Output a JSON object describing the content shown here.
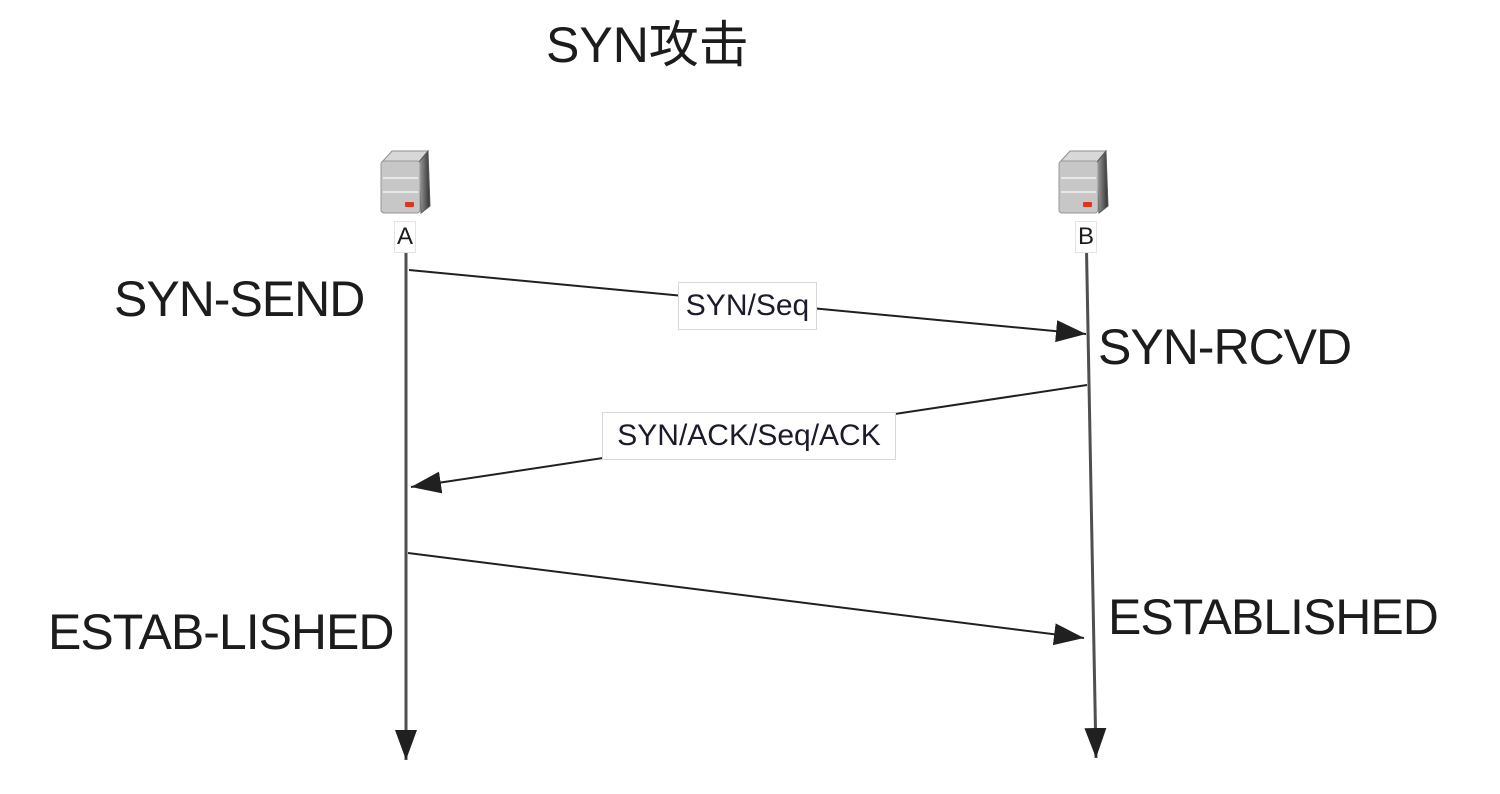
{
  "title": "SYN攻击",
  "diagram": {
    "type": "sequence",
    "actors": [
      {
        "label": "A",
        "state_top": "SYN-SEND",
        "state_bottom": "ESTAB-LISHED"
      },
      {
        "label": "B",
        "state_top": "SYN-RCVD",
        "state_bottom": "ESTABLISHED"
      }
    ],
    "messages": [
      {
        "from": "A",
        "to": "B",
        "label": "SYN/Seq"
      },
      {
        "from": "B",
        "to": "A",
        "label": "SYN/ACK/Seq/ACK"
      },
      {
        "from": "A",
        "to": "B",
        "label": ""
      }
    ]
  },
  "colors": {
    "background": "#ffffff",
    "text": "#1c1c1c",
    "arrow": "#202020",
    "lifeline": "#4f4f4f",
    "message_box_border": "#d8d8d8",
    "message_text": "#1b1b2b",
    "icon_front": "#c7c7c7",
    "icon_top": "#d8d8d8",
    "icon_side_dark": "#303030",
    "icon_led": "#e23418"
  }
}
